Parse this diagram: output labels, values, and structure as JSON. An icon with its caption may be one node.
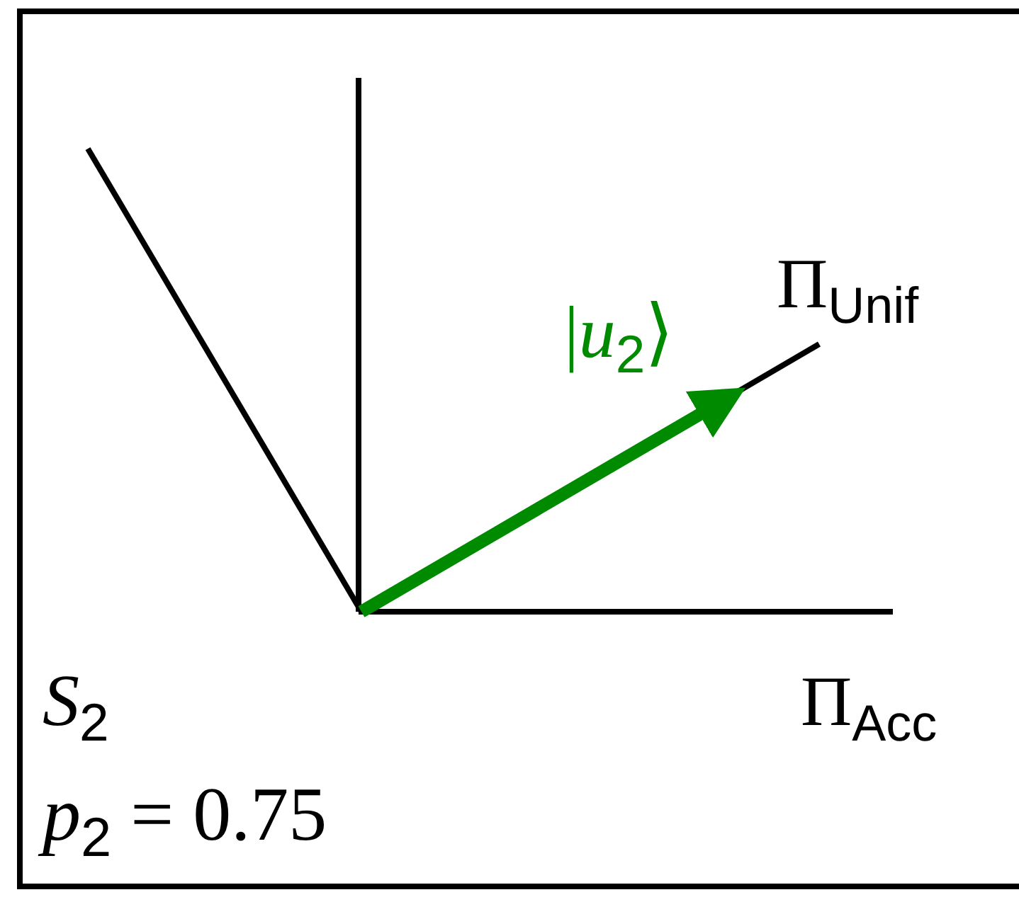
{
  "diagram": {
    "labels": [
      "|*u*$_{2}$⟩",
      "Π$_{Unif}$",
      "Π$_{Acc}$",
      "*S*$_{2}$",
      "*p*$_{2}$ = 0.75"
    ]
  }
}
